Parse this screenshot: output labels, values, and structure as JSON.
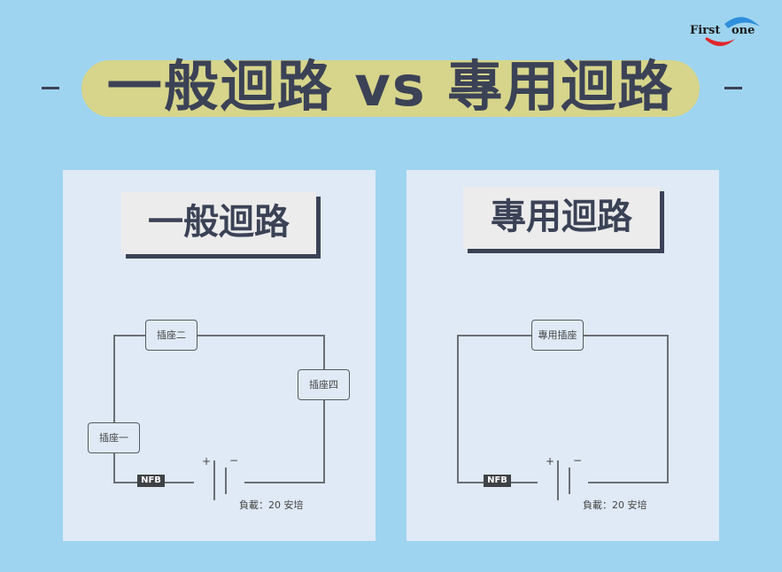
{
  "logo": {
    "text_left": "First",
    "text_right": "one"
  },
  "header": {
    "title": "一般迴路 vs 專用迴路"
  },
  "left_panel": {
    "title": "一般迴路",
    "sockets": [
      "插座一",
      "插座二",
      "插座四"
    ],
    "breaker": "NFB",
    "plus": "+",
    "minus": "−",
    "load": "負載：20 安培"
  },
  "right_panel": {
    "title": "專用迴路",
    "sockets": [
      "專用插座"
    ],
    "breaker": "NFB",
    "plus": "+",
    "minus": "−",
    "load": "負載：20 安培"
  },
  "colors": {
    "background": "#9ed4ef",
    "panel": "#dfeaf6",
    "pill": "#d7d58b",
    "text": "#3b4256"
  }
}
